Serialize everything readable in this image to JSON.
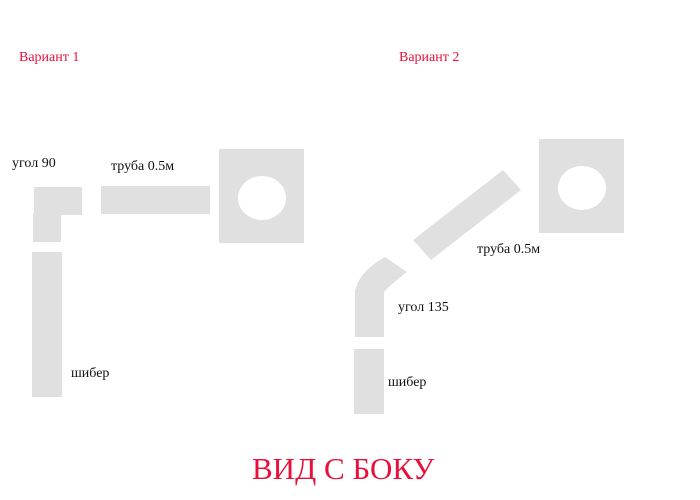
{
  "colors": {
    "accent": "#e8103a",
    "part": "#e0e0e0",
    "text": "#111111"
  },
  "variant1": {
    "title": "Вариант 1",
    "labels": {
      "elbow": "угол 90",
      "pipe": "труба 0.5м",
      "damper": "шибер"
    }
  },
  "variant2": {
    "title": "Вариант 2",
    "labels": {
      "elbow": "угол 135",
      "pipe": "труба 0.5м",
      "damper": "шибер"
    }
  },
  "caption": "ВИД С БОКУ"
}
